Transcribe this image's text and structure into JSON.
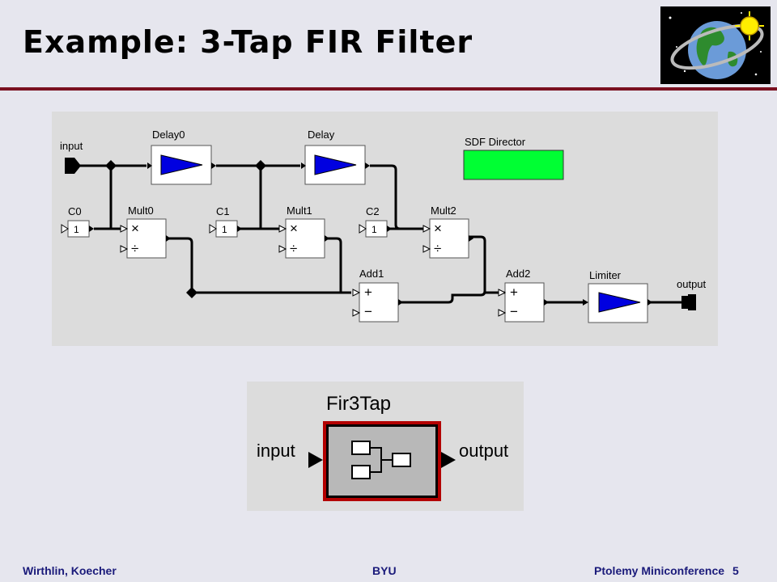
{
  "title": "Example: 3-Tap FIR Filter",
  "diagram": {
    "port_input": "input",
    "port_output": "output",
    "delay0": "Delay0",
    "delay1": "Delay",
    "director": "SDF Director",
    "director_color": "#00ff33",
    "c0": "C0",
    "c1": "C1",
    "c2": "C2",
    "const_value": "1",
    "mult0": "Mult0",
    "mult1": "Mult1",
    "mult2": "Mult2",
    "add1": "Add1",
    "add2": "Add2",
    "limiter": "Limiter",
    "mult_symbol": "×",
    "div_symbol": "÷",
    "plus_symbol": "+",
    "minus_symbol": "−"
  },
  "composite": {
    "name": "Fir3Tap",
    "input": "input",
    "output": "output"
  },
  "footer": {
    "left": "Wirthlin, Koecher",
    "center": "BYU",
    "right": "Ptolemy Miniconference",
    "page": "5"
  }
}
